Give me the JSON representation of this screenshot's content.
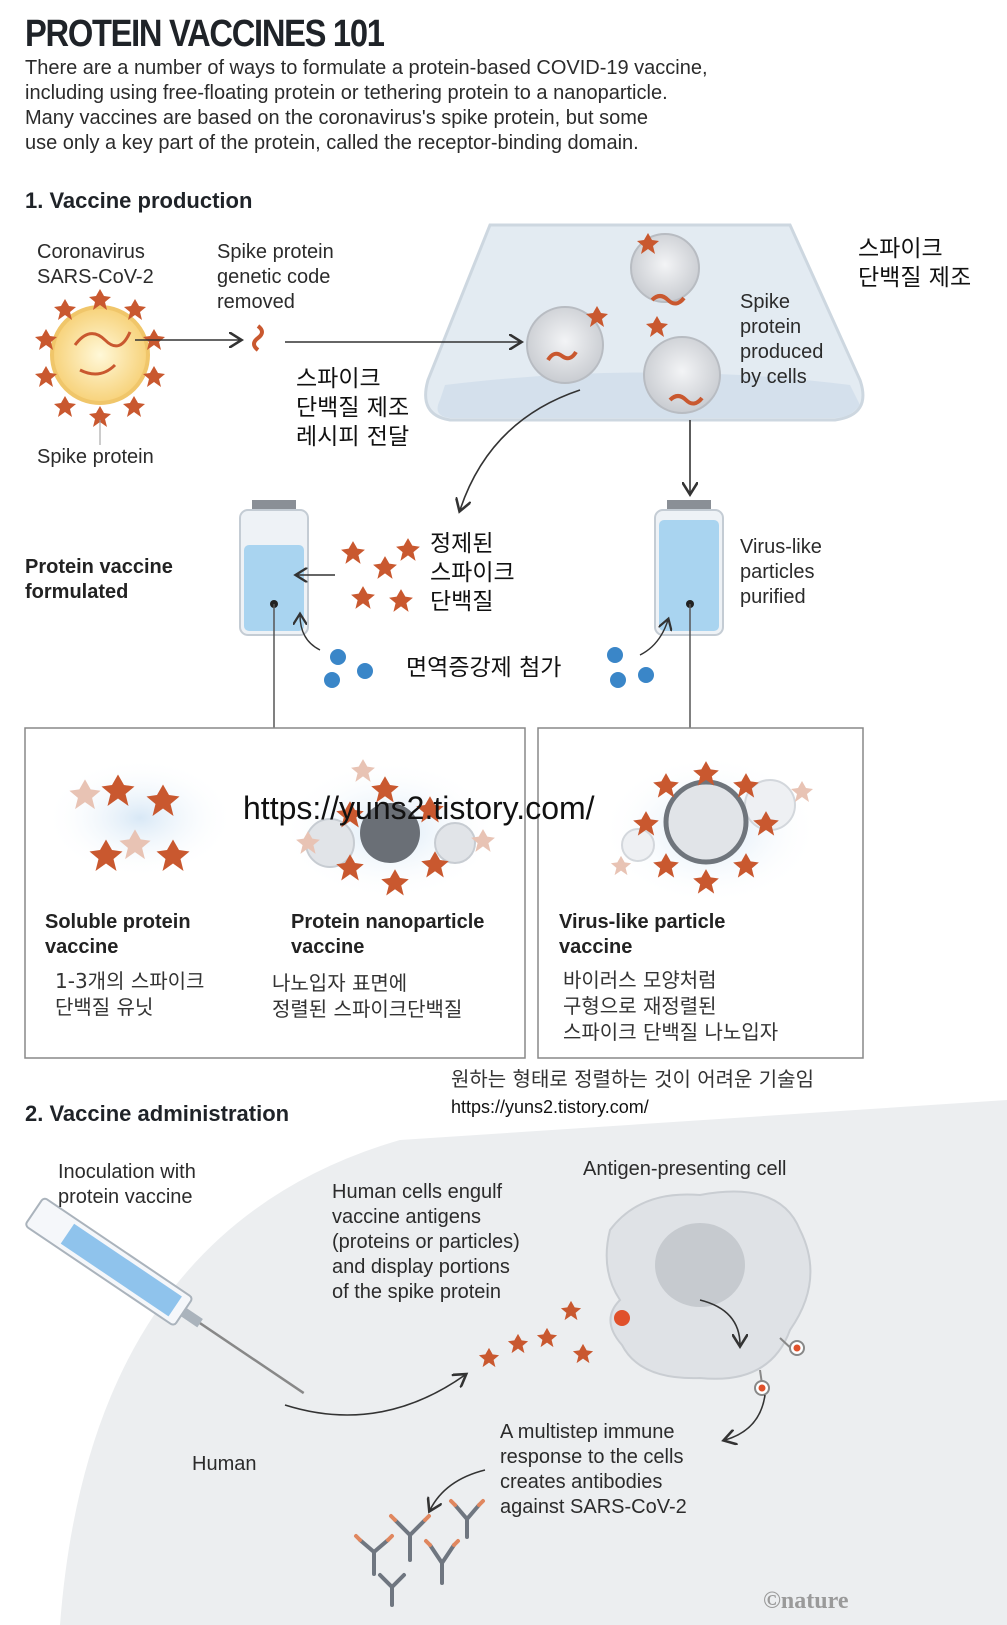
{
  "header": {
    "title": "PROTEIN VACCINES 101",
    "intro_lines": [
      "There are a number of ways to formulate a protein-based COVID-19 vaccine,",
      "including using free-floating protein or tethering protein to a nanoparticle.",
      "Many vaccines are based on the coronavirus's spike protein, but some",
      "use only a key part of the protein, called the receptor-binding domain."
    ]
  },
  "section1": {
    "heading": "1.  Vaccine production",
    "coronavirus_label": [
      "Coronavirus",
      "SARS-CoV-2"
    ],
    "spike_protein_label": "Spike protein",
    "genetic_code_label": [
      "Spike protein",
      "genetic code",
      "removed"
    ],
    "cells_label": [
      "Spike",
      "protein",
      "produced",
      "by cells"
    ],
    "korean_top_right": [
      "스파이크",
      "단백질 제조"
    ],
    "korean_recipe": [
      "스파이크",
      "단백질 제조",
      "레시피 전달"
    ],
    "korean_purified": [
      "정제된",
      "스파이크",
      "단백질"
    ],
    "formulated_label": [
      "Protein vaccine",
      "formulated"
    ],
    "vlp_purified_label": [
      "Virus-like",
      "particles",
      "purified"
    ],
    "korean_adjuvant": "면역증강제 첨가",
    "watermark_url": "https://yuns2.tistory.com/",
    "soluble_label": [
      "Soluble protein",
      "vaccine"
    ],
    "soluble_korean": [
      "1-3개의 스파이크",
      "단백질 유닛"
    ],
    "nanoparticle_label": [
      "Protein nanoparticle",
      "vaccine"
    ],
    "nanoparticle_korean": [
      "나노입자 표면에",
      "정렬된 스파이크단백질"
    ],
    "vlp_label": [
      "Virus-like particle",
      "vaccine"
    ],
    "vlp_korean": [
      "바이러스 모양처럼",
      "구형으로 재정렬된",
      "스파이크 단백질 나노입자"
    ],
    "korean_note": "원하는 형태로 정렬하는 것이 어려운 기술임",
    "note_url": "https://yuns2.tistory.com/"
  },
  "section2": {
    "heading": "2.  Vaccine administration",
    "inoculation_label": [
      "Inoculation with",
      "protein vaccine"
    ],
    "apc_label": "Antigen-presenting cell",
    "engulf_label": [
      "Human cells engulf",
      "vaccine antigens",
      "(proteins or particles)",
      "and display portions",
      "of the spike protein"
    ],
    "human_label": "Human",
    "immune_label": [
      "A multistep immune",
      "response to the cells",
      "creates antibodies",
      "against SARS-CoV-2"
    ],
    "credit": "©nature"
  },
  "colors": {
    "spike": "#c9582f",
    "spike_light": "#e6b8a8",
    "vial_fluid": "#a9d4f0",
    "adjuvant": "#3a86c8",
    "flask": "#dfe8f0",
    "body_gray": "#e6e9ec"
  }
}
